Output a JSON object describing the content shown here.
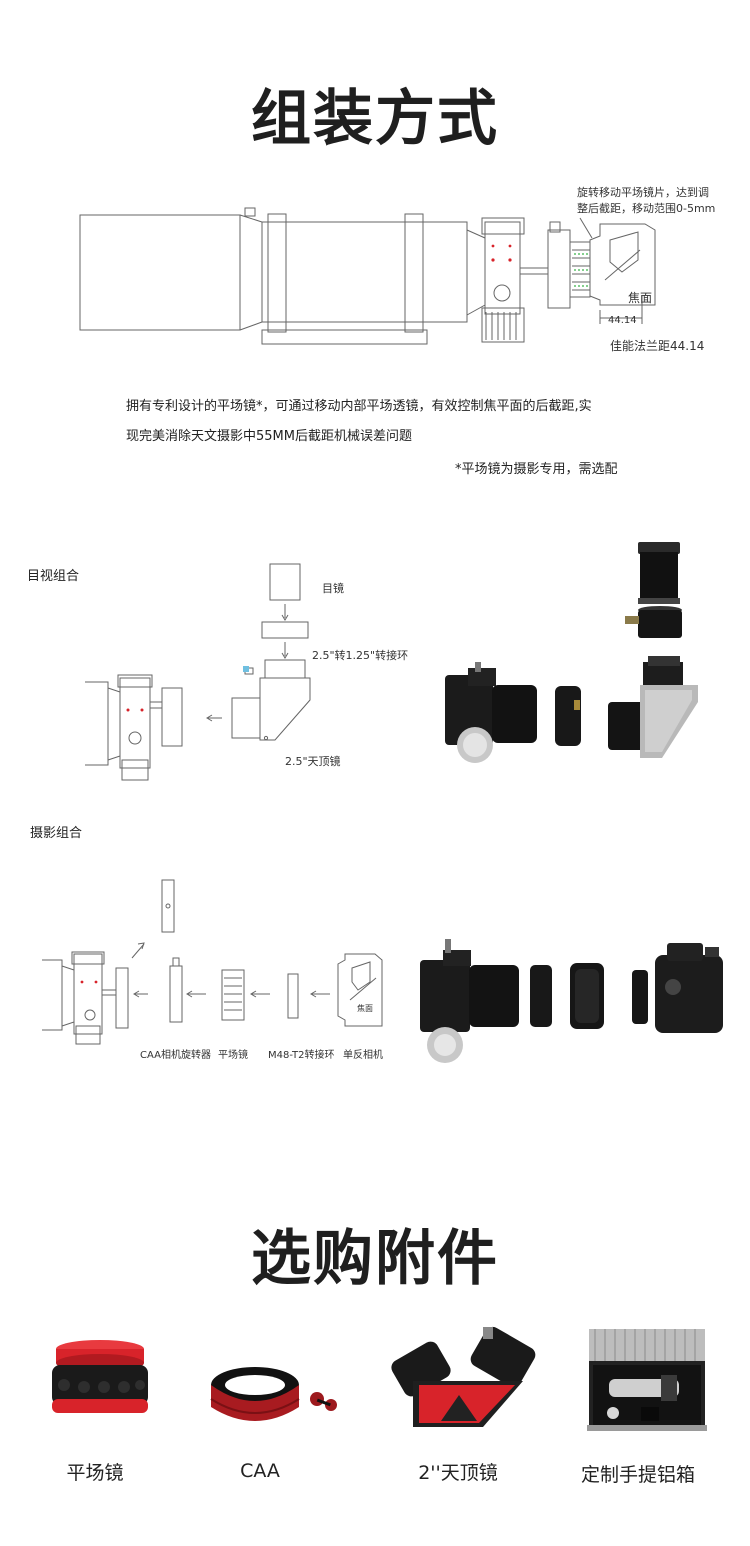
{
  "assembly": {
    "title": "组装方式",
    "callout_line1": "旋转移动平场镜片，达到调",
    "callout_line2": "整后截距，移动范围0-5mm",
    "focal_plane": "焦面",
    "dim_value": "44.14",
    "flange": "佳能法兰距44.14",
    "paragraph_line1": "拥有专利设计的平场镜*，可通过移动内部平场透镜，有效控制焦平面的后截距,实",
    "paragraph_line2": "现完美消除天文摄影中55MM后截距机械误差问题",
    "footnote": "*平场镜为摄影专用，需选配"
  },
  "visual": {
    "section_title": "目视组合",
    "eyepiece": "目镜",
    "adapter": "2.5\"转1.25\"转接环",
    "diagonal": "2.5\"天顶镜"
  },
  "photo": {
    "section_title": "摄影组合",
    "rotator": "CAA相机旋转器",
    "flattener": "平场镜",
    "m48": "M48-T2转接环",
    "dslr": "单反相机",
    "mini_focal": "焦面"
  },
  "accessories": {
    "title": "选购附件",
    "items": [
      {
        "label": "平场镜"
      },
      {
        "label": "CAA"
      },
      {
        "label": "2''天顶镜"
      },
      {
        "label": "定制手提铝箱"
      }
    ]
  },
  "colors": {
    "accent_red": "#d8232a",
    "metal_black": "#1a1a1a",
    "line_gray": "#666666"
  }
}
